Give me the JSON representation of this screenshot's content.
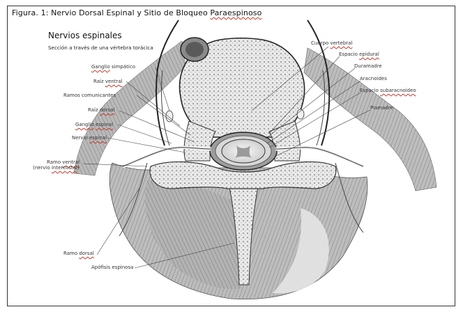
{
  "figure": {
    "caption_prefix": "Figura. 1: Nervio Dorsal Espinal y Sitio de Bloqueo ",
    "caption_flagged": "Paraespinoso",
    "heading": "Nervios espinales",
    "subheading": "Sección a través de una vértebra torácica"
  },
  "labels_left": [
    {
      "flagged": "Ganglio",
      "rest": " simpático"
    },
    {
      "pre": "Raíz ",
      "flagged": "ventral"
    },
    {
      "pre": "Ramos comunicantes"
    },
    {
      "pre": "Raíz ",
      "flagged": "dorsal"
    },
    {
      "flagged": "Ganglio",
      "rest": " ",
      "flagged2": "espinal"
    },
    {
      "pre": "Nervio ",
      "flagged": "espinal"
    },
    {
      "pre": "Ramo ",
      "flagged": "ventral"
    },
    {
      "pre": "(nervio ",
      "flagged": "intercostal",
      "rest": ")"
    },
    {
      "pre": "Ramo ",
      "flagged": "dorsal"
    },
    {
      "pre": "Apófisis espinosa"
    }
  ],
  "labels_right": [
    {
      "pre": "Cuerpo ",
      "flagged": "vertebral"
    },
    {
      "pre": "Espacio ",
      "flagged": "epidural"
    },
    {
      "pre": "Duramadre"
    },
    {
      "pre": "Aracnoides"
    },
    {
      "pre": "Espacio ",
      "flagged": "subaracnoideo"
    },
    {
      "pre": "Piamadre"
    }
  ]
}
